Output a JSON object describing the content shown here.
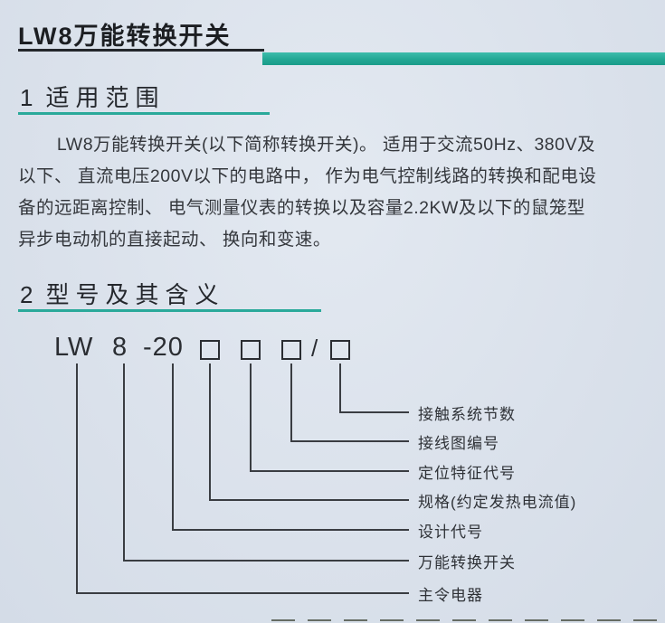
{
  "page": {
    "title": "LW8万能转换开关"
  },
  "section1": {
    "number": "1",
    "title": "适用范围"
  },
  "section2": {
    "number": "2",
    "title": "型号及其含义"
  },
  "paragraph": {
    "lines": [
      "LW8万能转换开关(以下简称转换开关)。 适用于交流50Hz、380V及",
      "以下、 直流电压200V以下的电路中， 作为电气控制线路的转换和配电设",
      "备的远距离控制、 电气测量仪表的转换以及容量2.2KW及以下的鼠笼型",
      "异步电动机的直接起动、 换向和变速。"
    ]
  },
  "model_diagram": {
    "series": "LW",
    "frame_size": "8",
    "design_code": "-20",
    "separator": "/",
    "labels": [
      "接触系统节数",
      "接线图编号",
      "定位特征代号",
      "规格(约定发热电流值)",
      "设计代号",
      "万能转换开关",
      "主令电器"
    ]
  },
  "colors": {
    "accent_teal": "#2aa99a",
    "page_background": "#dae1eb",
    "text": "#2b2e33"
  }
}
